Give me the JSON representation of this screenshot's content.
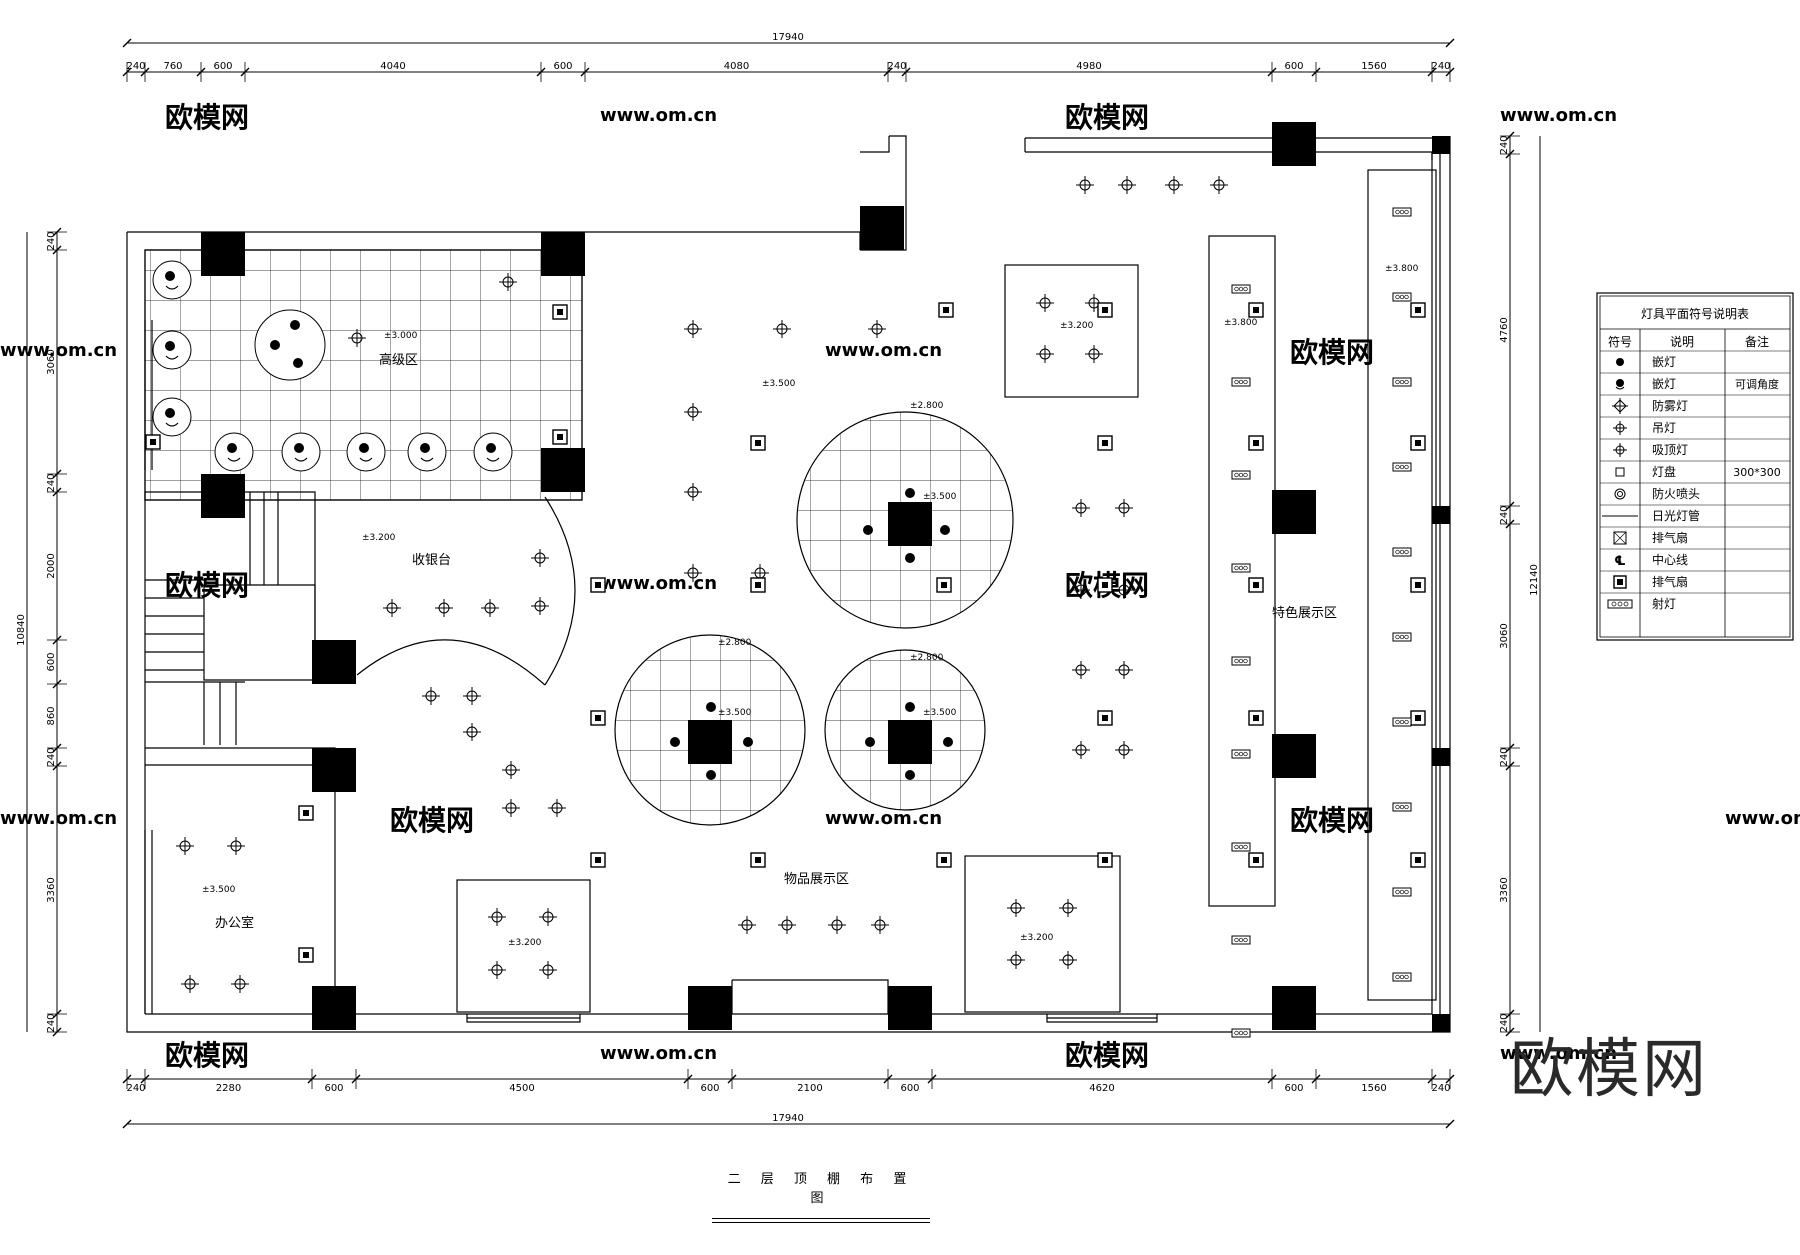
{
  "drawing": {
    "title": "二 层 顶 棚 布 置 图",
    "brand": "欧模网",
    "watermark_cn": "欧模网",
    "watermark_url": "www.om.cn"
  },
  "dimensions": {
    "top_total": "17940",
    "top_segments": [
      "240",
      "760",
      "600",
      "4040",
      "600",
      "4080",
      "240",
      "4980",
      "600",
      "1560",
      "240"
    ],
    "bottom_total": "17940",
    "bottom_segments": [
      "240",
      "2280",
      "600",
      "4500",
      "600",
      "2100",
      "600",
      "4620",
      "600",
      "1560",
      "240"
    ],
    "left_total": "10840",
    "left_segments": [
      "240",
      "3060",
      "240",
      "2000",
      "600",
      "860",
      "240",
      "3360",
      "240"
    ],
    "right_total": "12140",
    "right_segments": [
      "240",
      "4760",
      "240",
      "3060",
      "240",
      "3360",
      "240"
    ]
  },
  "rooms": {
    "premium": "高级区",
    "cashier": "收银台",
    "office": "办公室",
    "goods": "物品展示区",
    "feature": "特色展示区"
  },
  "elevations": {
    "e3000": "±3.000",
    "e3500": "±3.500",
    "e3200": "±3.200",
    "e2800": "±2.800",
    "e3800": "±3.800"
  },
  "legend": {
    "title": "灯具平面符号说明表",
    "headers": [
      "符号",
      "说明",
      "备注"
    ],
    "rows": [
      {
        "icon": "recessed-light-icon",
        "desc": "嵌灯",
        "note": ""
      },
      {
        "icon": "adjustable-recessed-light-icon",
        "desc": "嵌灯",
        "note": "可调角度"
      },
      {
        "icon": "fog-proof-light-icon",
        "desc": "防雾灯",
        "note": ""
      },
      {
        "icon": "pendant-light-icon",
        "desc": "吊灯",
        "note": ""
      },
      {
        "icon": "ceiling-light-icon",
        "desc": "吸顶灯",
        "note": ""
      },
      {
        "icon": "light-panel-icon",
        "desc": "灯盘",
        "note": "300*300"
      },
      {
        "icon": "sprinkler-icon",
        "desc": "防火喷头",
        "note": ""
      },
      {
        "icon": "fluorescent-tube-icon",
        "desc": "日光灯管",
        "note": ""
      },
      {
        "icon": "exhaust-fan-icon",
        "desc": "排气扇",
        "note": ""
      },
      {
        "icon": "centerline-icon",
        "desc": "中心线",
        "note": ""
      },
      {
        "icon": "exhaust-fan-square-icon",
        "desc": "排气扇",
        "note": ""
      },
      {
        "icon": "spot-light-icon",
        "desc": "射灯",
        "note": ""
      }
    ]
  }
}
